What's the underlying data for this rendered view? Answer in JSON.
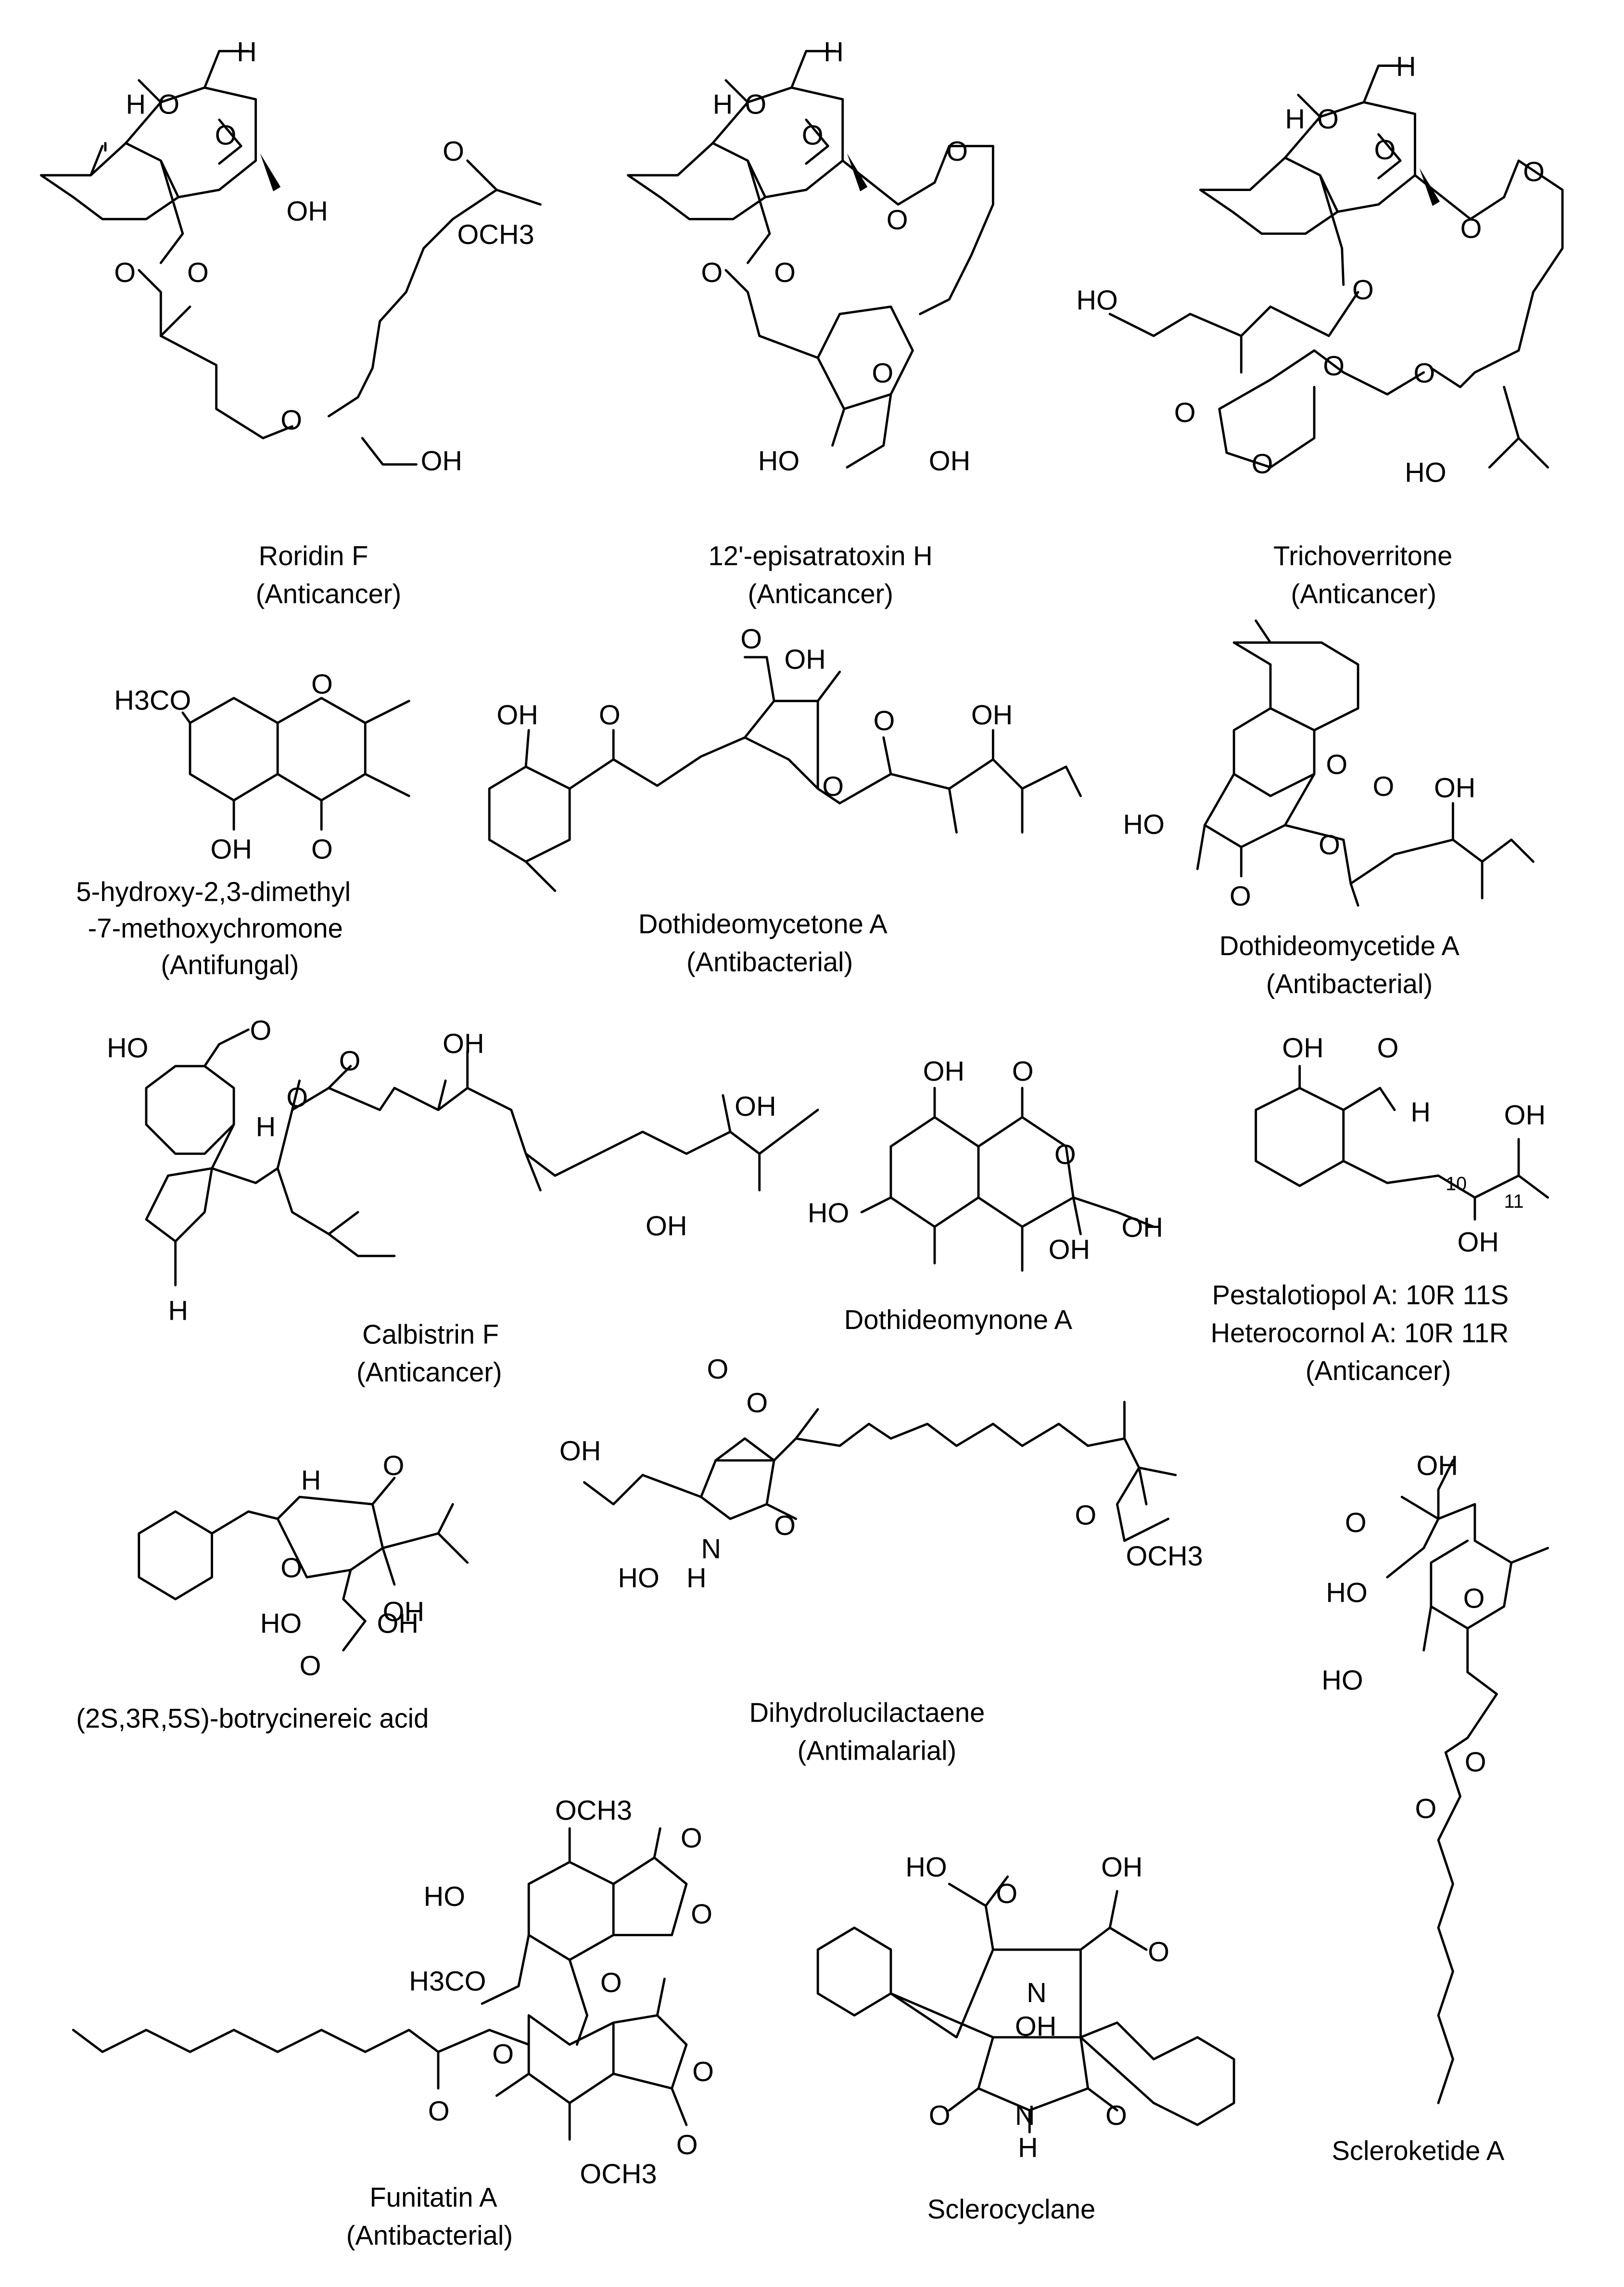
{
  "compounds": [
    {
      "name": "Roridin F",
      "activity": "(Anticancer)",
      "atoms": [
        "H",
        "H",
        "O",
        "O",
        "OH",
        "O",
        "O",
        "OCH3",
        "O",
        "O",
        "OH"
      ]
    },
    {
      "name": "12'-episatratoxin H",
      "activity": "(Anticancer)",
      "atoms": [
        "H",
        "H",
        "O",
        "O",
        "O",
        "O",
        "O",
        "O",
        "O",
        "HO",
        "OH"
      ]
    },
    {
      "name": "Trichoverritone",
      "activity": "(Anticancer)",
      "atoms": [
        "H",
        "H",
        "O",
        "O",
        "O",
        "O",
        "HO",
        "O",
        "O",
        "O",
        "O",
        "O",
        "HO"
      ]
    },
    {
      "name": "5-hydroxy-2,3-dimethyl",
      "name2": "-7-methoxychromone",
      "activity": "(Antifungal)",
      "atoms": [
        "H3CO",
        "O",
        "OH",
        "O"
      ]
    },
    {
      "name": "Dothideomycetone A",
      "activity": "(Antibacterial)",
      "atoms": [
        "OH",
        "O",
        "O",
        "OH",
        "O",
        "O",
        "OH"
      ]
    },
    {
      "name": "Dothideomycetide A",
      "activity": "(Antibacterial)",
      "atoms": [
        "O",
        "HO",
        "O",
        "O",
        "O",
        "OH"
      ]
    },
    {
      "name": "Calbistrin F",
      "activity": "(Anticancer)",
      "atoms": [
        "HO",
        "O",
        "H",
        "O",
        "O",
        "OH",
        "OH",
        "OH",
        "H"
      ]
    },
    {
      "name": "Dothideomynone A",
      "activity": "",
      "atoms": [
        "OH",
        "O",
        "O",
        "HO",
        "OH",
        "OH"
      ]
    },
    {
      "name": "Pestalotiopol A: 10R 11S",
      "name2": "Heterocornol A: 10R 11R",
      "activity": "(Anticancer)",
      "atoms": [
        "OH",
        "O",
        "H",
        "OH",
        "10",
        "11",
        "OH"
      ]
    },
    {
      "name": "(2S,3R,5S)-botrycinereic acid",
      "activity": "",
      "atoms": [
        "H",
        "O",
        "O",
        "OH",
        "HO",
        "OH",
        "O"
      ]
    },
    {
      "name": "Dihydrolucilactaene",
      "activity": "(Antimalarial)",
      "atoms": [
        "O",
        "O",
        "OH",
        "HO",
        "N",
        "H",
        "O",
        "O",
        "OCH3"
      ]
    },
    {
      "name": "Scleroketide A",
      "activity": "",
      "atoms": [
        "OH",
        "O",
        "HO",
        "O",
        "HO",
        "O",
        "O"
      ]
    },
    {
      "name": "Funitatin A",
      "activity": "(Antibacterial)",
      "atoms": [
        "OCH3",
        "O",
        "HO",
        "O",
        "H3CO",
        "O",
        "O",
        "O",
        "O",
        "OCH3",
        "O"
      ]
    },
    {
      "name": "Sclerocyclane",
      "activity": "",
      "atoms": [
        "HO",
        "O",
        "OH",
        "O",
        "N",
        "OH",
        "O",
        "N",
        "H",
        "O"
      ]
    }
  ]
}
